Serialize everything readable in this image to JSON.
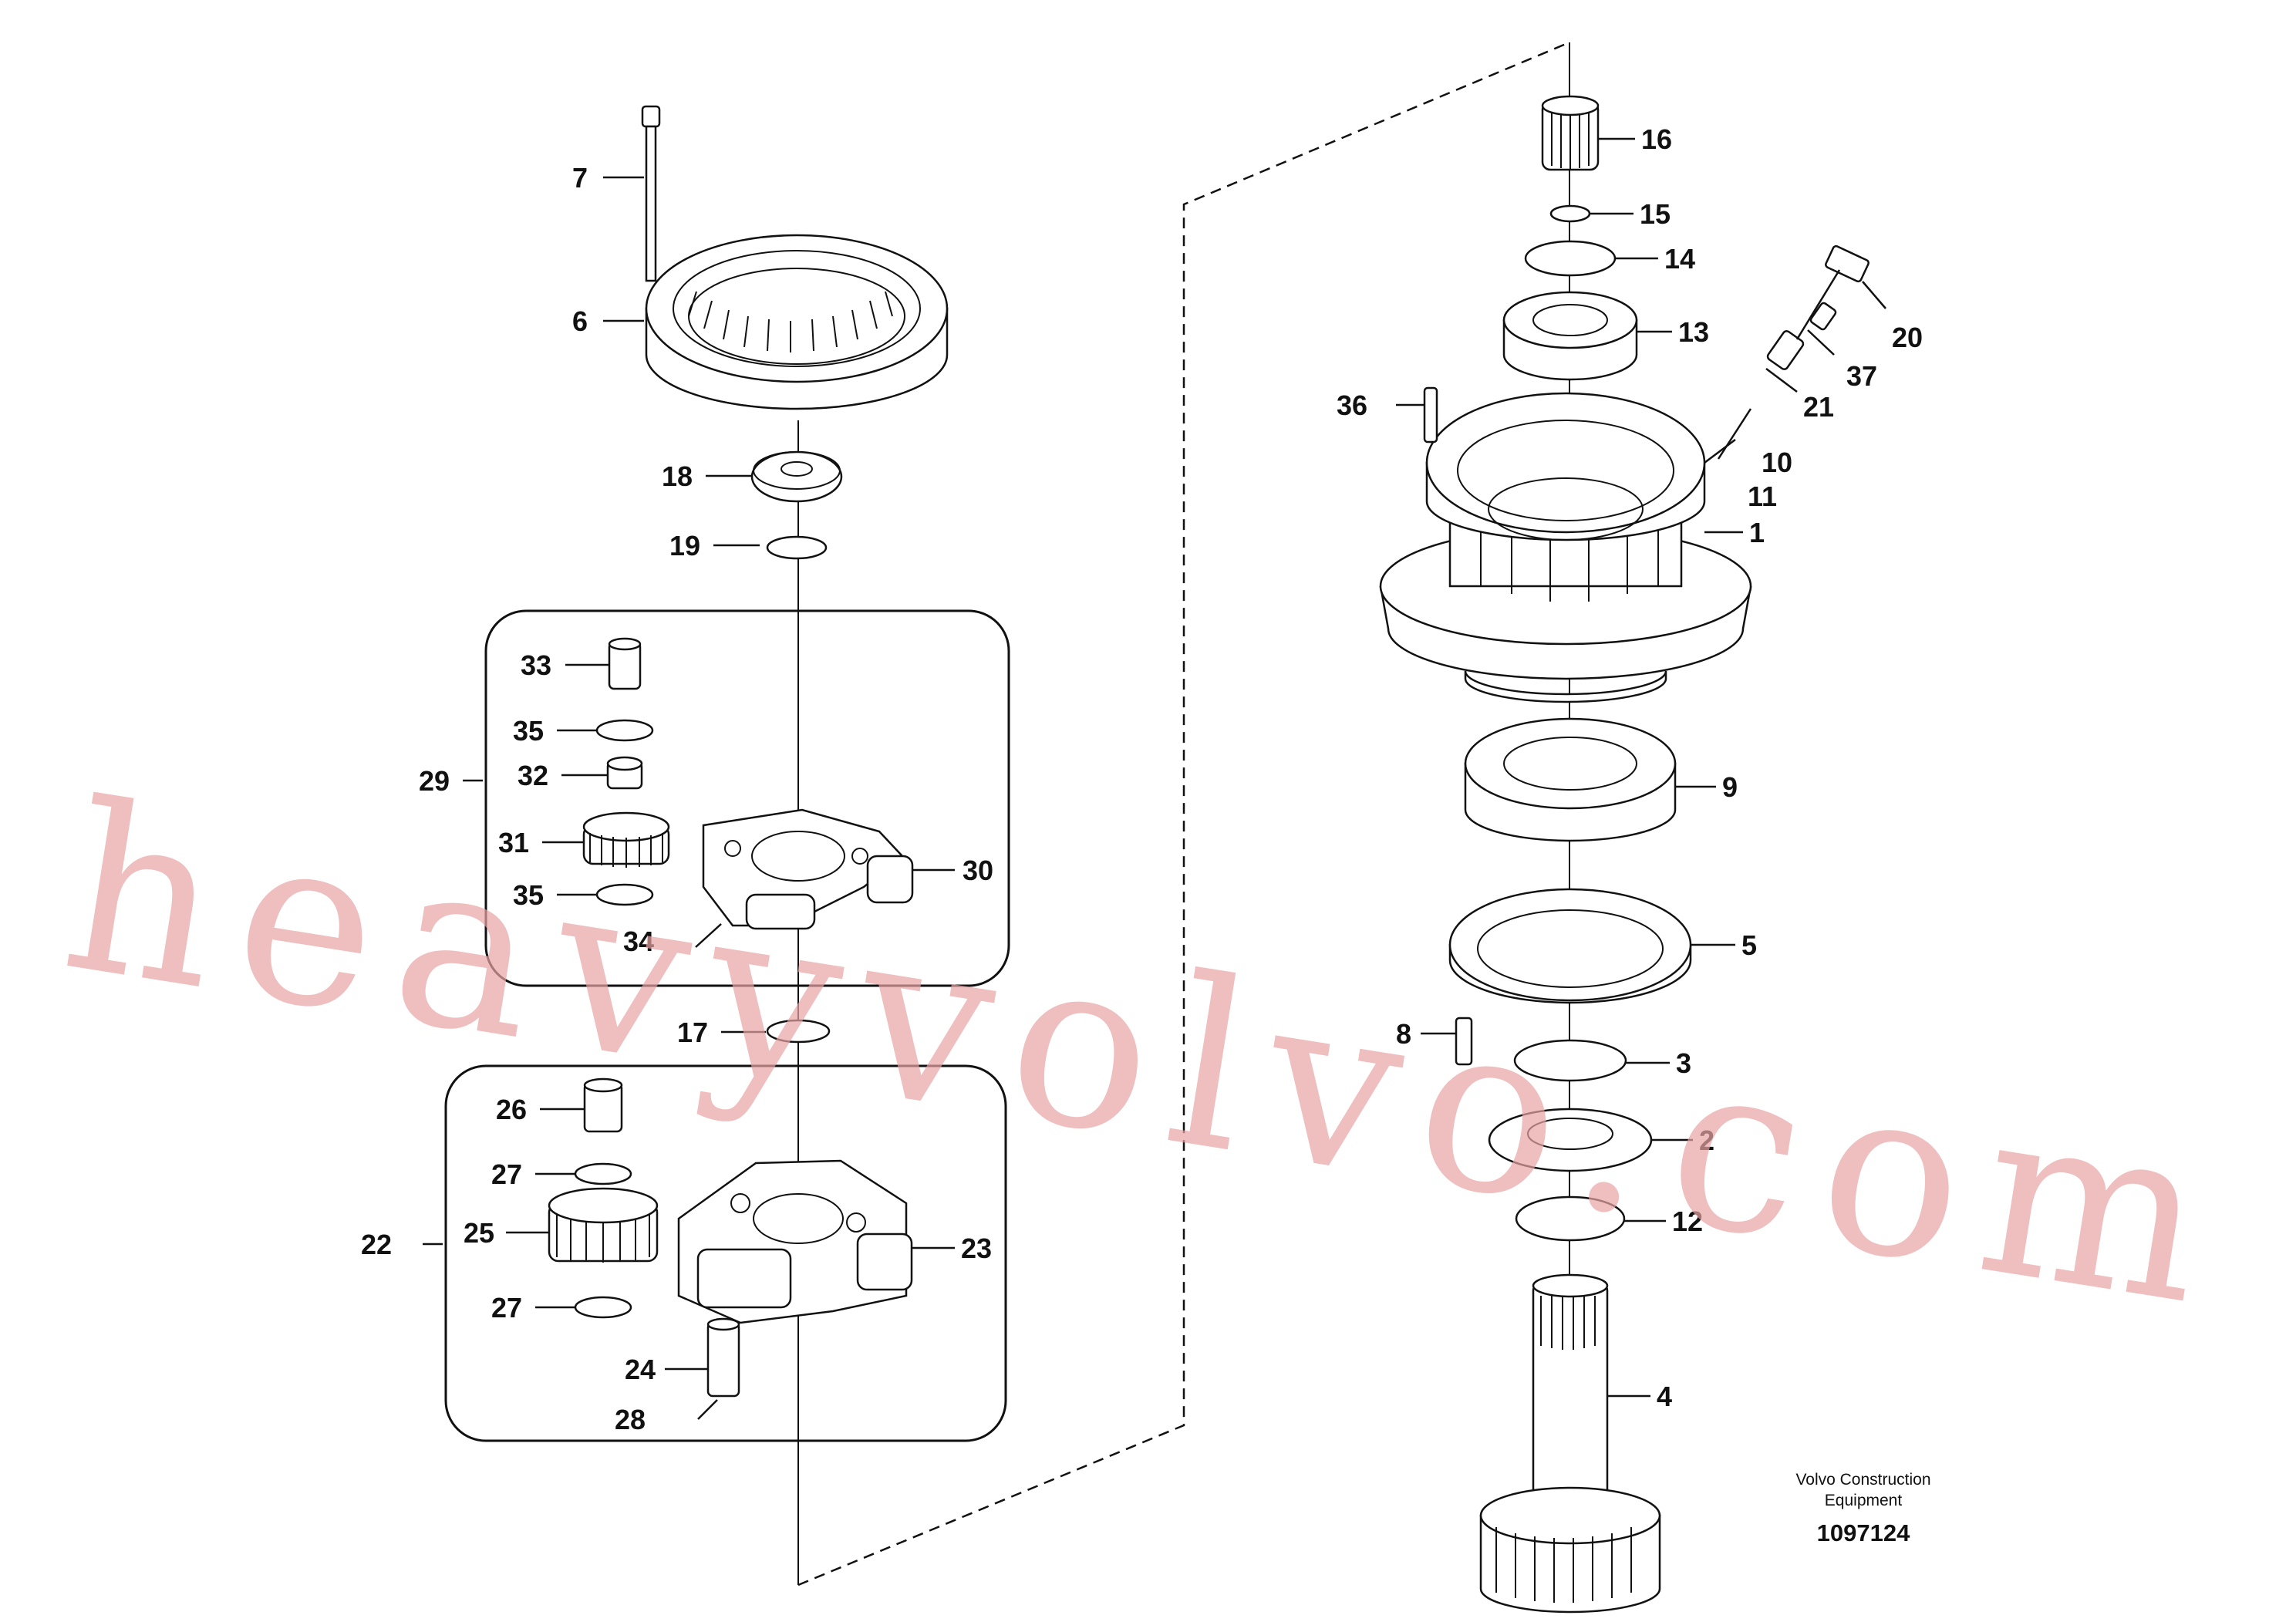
{
  "watermark": "heavyvolvo.com",
  "caption": {
    "line1": "Volvo Construction",
    "line2": "Equipment",
    "number": "1097124"
  },
  "callouts": {
    "c1": "1",
    "c2": "2",
    "c3": "3",
    "c4": "4",
    "c5": "5",
    "c6": "6",
    "c7": "7",
    "c8": "8",
    "c9": "9",
    "c10": "10",
    "c11": "11",
    "c12": "12",
    "c13": "13",
    "c14": "14",
    "c15": "15",
    "c16": "16",
    "c17": "17",
    "c18": "18",
    "c19": "19",
    "c20": "20",
    "c21": "21",
    "c22": "22",
    "c23": "23",
    "c24": "24",
    "c25": "25",
    "c26": "26",
    "c27a": "27",
    "c27b": "27",
    "c28": "28",
    "c29": "29",
    "c30": "30",
    "c31": "31",
    "c32": "32",
    "c33": "33",
    "c34": "34",
    "c35a": "35",
    "c35b": "35",
    "c36": "36",
    "c37": "37"
  }
}
